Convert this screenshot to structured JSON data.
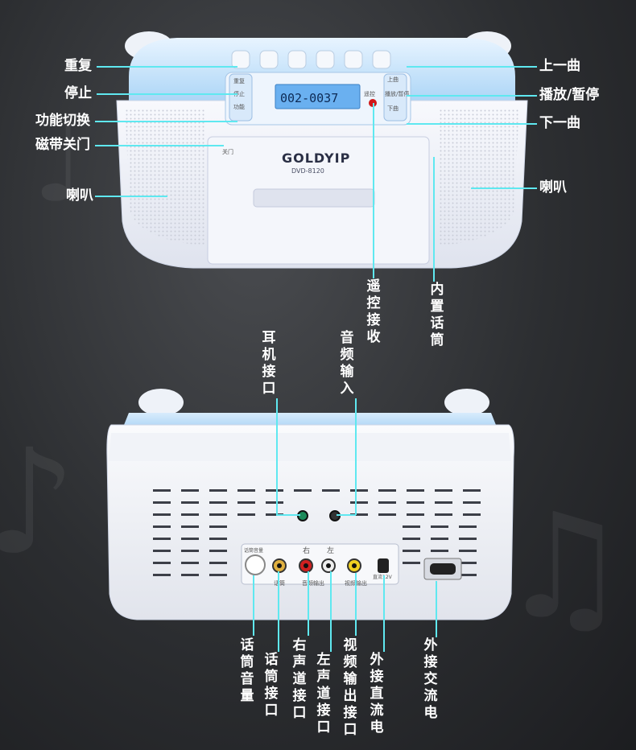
{
  "front": {
    "brand": "GOLDYIP",
    "model": "DVD-8120",
    "display": "002-0037",
    "buttons": {
      "repeat": "重复",
      "stop": "停止",
      "function": "功能",
      "prev": "上曲",
      "play_pause": "播放/暂停",
      "next": "下曲",
      "remote": "遥控",
      "door": "关门"
    }
  },
  "rear": {
    "panel": {
      "right": "右",
      "left": "左",
      "mic_vol": "话筒音量",
      "mic": "话筒",
      "audio_out": "音频输出",
      "video_out": "视频输出",
      "dc": "直流12V"
    }
  },
  "callouts": {
    "repeat": "重复",
    "stop": "停止",
    "function_switch": "功能切换",
    "tape_door_close": "磁带关门",
    "speaker_left": "喇叭",
    "prev_track": "上一曲",
    "play_pause": "播放/暂停",
    "next_track": "下一曲",
    "speaker_right": "喇叭",
    "remote_receiver": "遥控接收",
    "builtin_mic": "内置话筒",
    "headphone_jack": "耳机接口",
    "audio_input": "音频输入",
    "mic_volume": "话筒音量",
    "mic_jack": "话筒接口",
    "right_channel_jack": "右声道接口",
    "left_channel_jack": "左声道接口",
    "video_out_jack": "视频输出接口",
    "dc_power_jack": "外接直流电",
    "ac_power": "外接交流电"
  },
  "colors": {
    "accent_line": "#5fe8f0",
    "device_blue": "#bfe0fa",
    "device_white": "#f3f5fa",
    "lcd": "#6ab0f0"
  }
}
